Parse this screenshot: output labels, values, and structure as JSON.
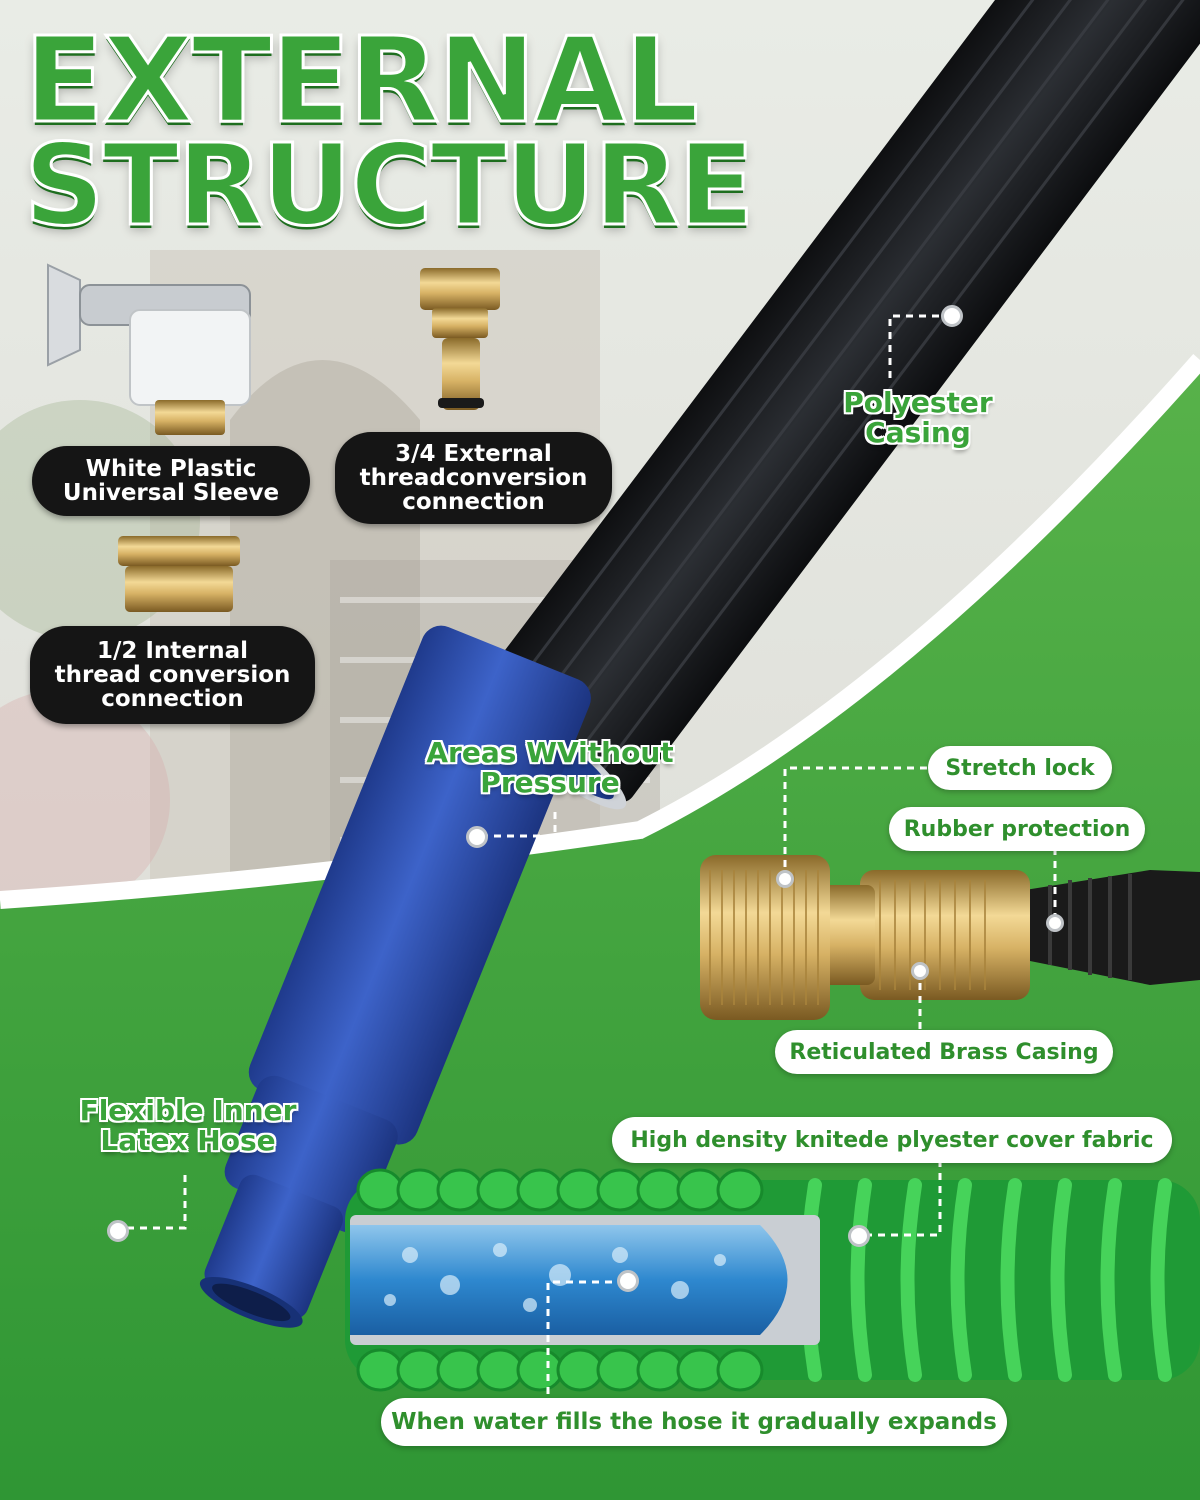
{
  "title": {
    "line1": "EXTERNAL",
    "line2": "STRUCTURE"
  },
  "fittings": [
    {
      "label": "White Plastic\nUniversal Sleeve"
    },
    {
      "label": "3/4 External\nthreadconversion\nconnection"
    },
    {
      "label": "1/2 Internal\nthread conversion\nconnection"
    }
  ],
  "hose_labels": {
    "polyester_casing": "Polyester\nCasing",
    "areas_without_pressure": "Areas WVithout\nPressure",
    "flexible_inner_latex_hose": "Flexible Inner\nLatex Hose"
  },
  "connector_labels": {
    "stretch_lock": "Stretch lock",
    "rubber_protection": "Rubber protection",
    "reticulated_brass_casing": "Reticulated Brass Casing"
  },
  "fabric_labels": {
    "cover_fabric": "High density knitede plyester cover fabric",
    "expands": "When water fills the hose it gradually expands"
  },
  "colors": {
    "brand_green": "#3aa43a",
    "dark_pill": "#151515",
    "hose_black": "#1d1f22",
    "latex_blue": "#2f4fae",
    "brass": "#d7b265"
  }
}
